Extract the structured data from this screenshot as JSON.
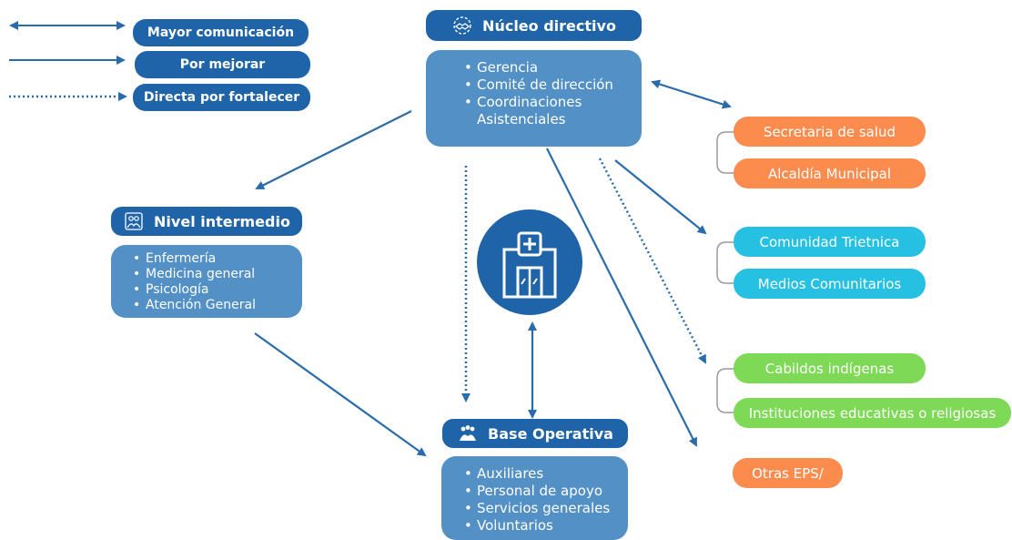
{
  "legend": [
    {
      "label": "Mayor comunicación",
      "line": "double-arrow"
    },
    {
      "label": "Por mejorar",
      "line": "arrow"
    },
    {
      "label": "Directa por fortalecer",
      "line": "dotted-arrow"
    }
  ],
  "nucleo": {
    "title": "Núcleo directivo",
    "icon": "handshake-gear-icon",
    "items": [
      "Gerencia",
      "Comité de dirección",
      "Coordinaciones",
      "Asistenciales"
    ]
  },
  "intermedio": {
    "title": "Nivel intermedio",
    "icon": "staff-group-icon",
    "items": [
      "Enfermería",
      "Medicina general",
      "Psicología",
      "Atención General"
    ]
  },
  "base": {
    "title": "Base Operativa",
    "icon": "team-icon",
    "items": [
      "Auxiliares",
      "Personal de apoyo",
      "Servicios generales",
      "Voluntarios"
    ]
  },
  "center_icon": "hospital-icon",
  "external": {
    "orange_group": [
      "Secretaria de salud",
      "Alcaldía Municipal"
    ],
    "cyan_group": [
      "Comunidad Trietnica",
      "Medios Comunitarios"
    ],
    "green_group": [
      "Cabildos indígenas",
      "Instituciones educativas o religiosas"
    ],
    "other": "Otras EPS/"
  },
  "colors": {
    "dark_blue": "#1f63a8",
    "light_blue": "#5290c6",
    "orange": "#fb8c4e",
    "cyan": "#26c0e3",
    "green": "#7ed957",
    "line": "#2a6cab"
  }
}
